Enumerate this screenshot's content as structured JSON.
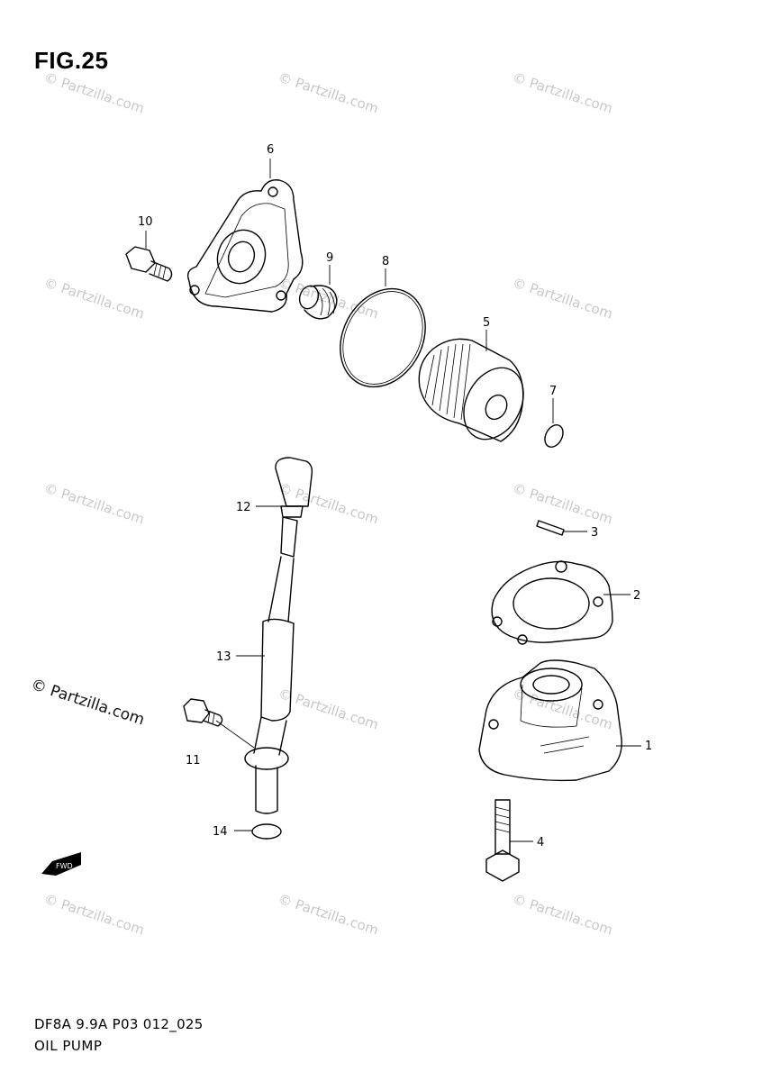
{
  "figure": {
    "title": "FIG.25",
    "code": "DF8A 9.9A P03 012_025",
    "name": "OIL PUMP"
  },
  "watermark": {
    "text": "© Partzilla.com",
    "side_text": "© Partzilla.com"
  },
  "callouts": {
    "c1": "1",
    "c2": "2",
    "c3": "3",
    "c4": "4",
    "c5": "5",
    "c6": "6",
    "c7": "7",
    "c8": "8",
    "c9": "9",
    "c10": "10",
    "c11": "11",
    "c12": "12",
    "c13": "13",
    "c14": "14"
  },
  "fwd_arrow": {
    "label": "FWD"
  }
}
